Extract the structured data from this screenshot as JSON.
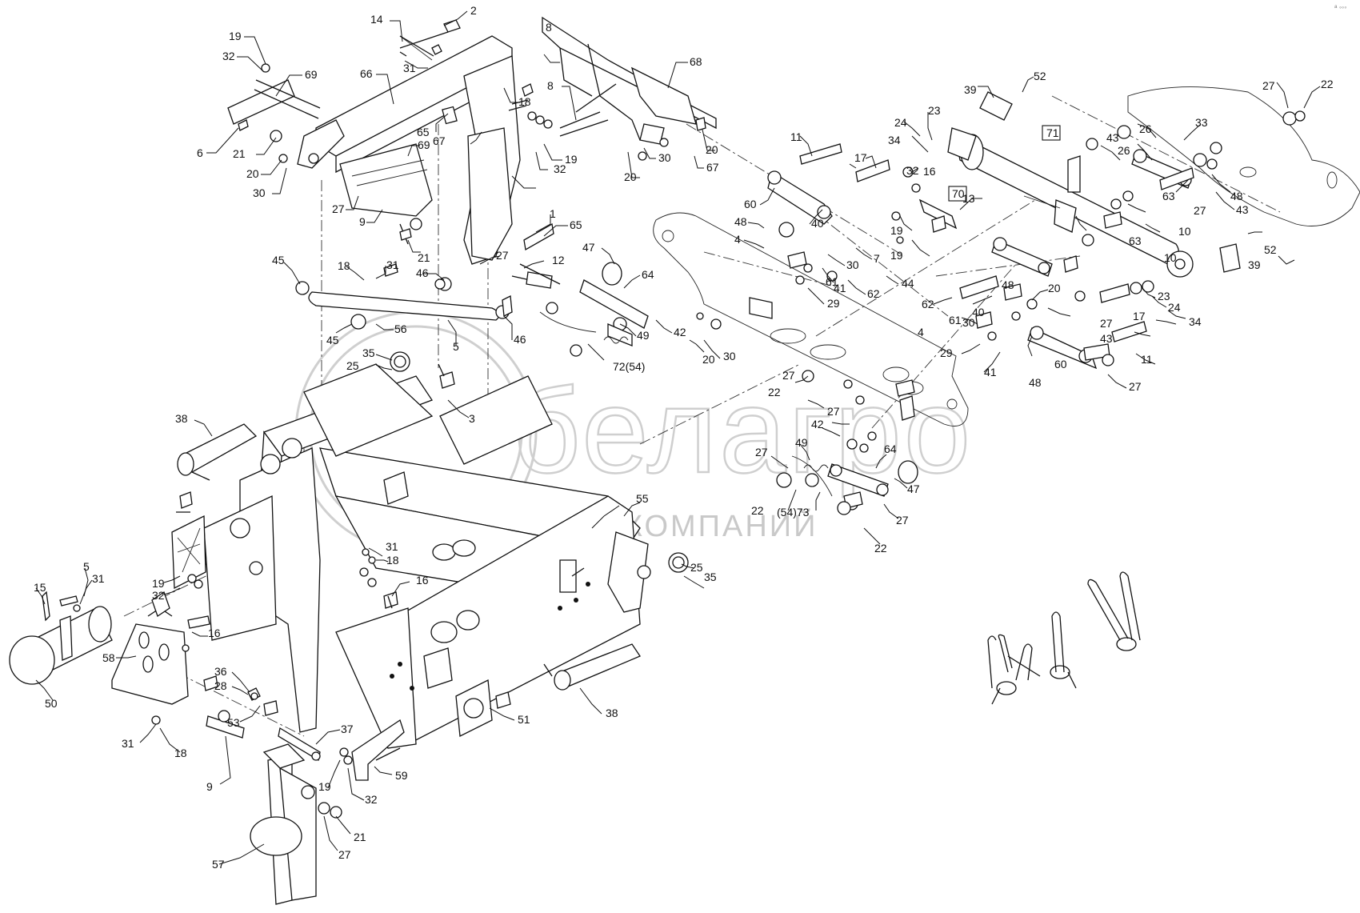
{
  "watermark": {
    "logo_text": "белагро",
    "subtitle": "ГРУППА КОМПАНИЙ",
    "color": "#c9c9c9"
  },
  "corner_mark": "ᵃ ◦◦◦",
  "labels": {
    "l1": "2",
    "l2": "14",
    "l3": "19",
    "l4": "32",
    "l5": "31",
    "l6": "69",
    "l7": "66",
    "l8": "8",
    "l9": "68",
    "l10": "18",
    "l11": "8",
    "l12": "6",
    "l13": "21",
    "l14": "65",
    "l15": "20",
    "l16": "69",
    "l17": "30",
    "l18": "67",
    "l19": "19",
    "l20": "32",
    "l21": "20",
    "l22": "30",
    "l23": "20",
    "l24": "67",
    "l25": "27",
    "l26": "9",
    "l27": "1",
    "l28": "65",
    "l29": "21",
    "l30": "27",
    "l31": "12",
    "l32": "45",
    "l33": "18",
    "l34": "31",
    "l35": "46",
    "l36": "47",
    "l37": "64",
    "l38": "45",
    "l39": "56",
    "l40": "5",
    "l41": "46",
    "l42": "49",
    "l43": "42",
    "l44": "72(54)",
    "l45": "20",
    "l46": "30",
    "l47": "25",
    "l48": "35",
    "l49": "3",
    "l50": "38",
    "l51": "11",
    "l52": "17",
    "l53": "60",
    "l54": "48",
    "l55": "40",
    "l56": "4",
    "l57": "30",
    "l58": "7",
    "l59": "41",
    "l60": "61",
    "l61": "29",
    "l62": "62",
    "l63": "32",
    "l64": "16",
    "l65": "19",
    "l66": "19",
    "l67": "13",
    "l68": "44",
    "l69": "39",
    "l70": "52",
    "l71": "23",
    "l72": "24",
    "l73": "34",
    "l74": "43",
    "l75": "26",
    "l76": "26",
    "l77": "33",
    "l78": "27",
    "l79": "22",
    "l80": "48",
    "l81": "63",
    "l82": "43",
    "l83": "27",
    "l84": "10",
    "l85": "63",
    "l86": "10",
    "l87": "52",
    "l88": "39",
    "l89": "23",
    "l90": "24",
    "l91": "34",
    "l92": "20",
    "l93": "62",
    "l94": "48",
    "l95": "40",
    "l96": "27",
    "l97": "43",
    "l98": "17",
    "l99": "61",
    "l100": "30",
    "l101": "4",
    "l102": "29",
    "l103": "41",
    "l104": "48",
    "l105": "60",
    "l106": "11",
    "l107": "27",
    "l108": "27",
    "l109": "22",
    "l110": "27",
    "l111": "42",
    "l112": "64",
    "l113": "49",
    "l114": "27",
    "l115": "47",
    "l116": "22",
    "l117": "(54)73",
    "l118": "27",
    "l119": "22",
    "l120": "55",
    "l121": "31",
    "l122": "18",
    "l123": "5",
    "l124": "31",
    "l125": "15",
    "l126": "19",
    "l127": "32",
    "l128": "16",
    "l129": "16",
    "l130": "58",
    "l131": "50",
    "l132": "36",
    "l133": "28",
    "l134": "53",
    "l135": "31",
    "l136": "18",
    "l137": "37",
    "l138": "9",
    "l139": "19",
    "l140": "32",
    "l141": "59",
    "l142": "21",
    "l143": "27",
    "l144": "57",
    "l145": "25",
    "l146": "35",
    "l147": "38",
    "l148": "51"
  },
  "boxed_labels": {
    "b70": "70",
    "b71": "71"
  }
}
